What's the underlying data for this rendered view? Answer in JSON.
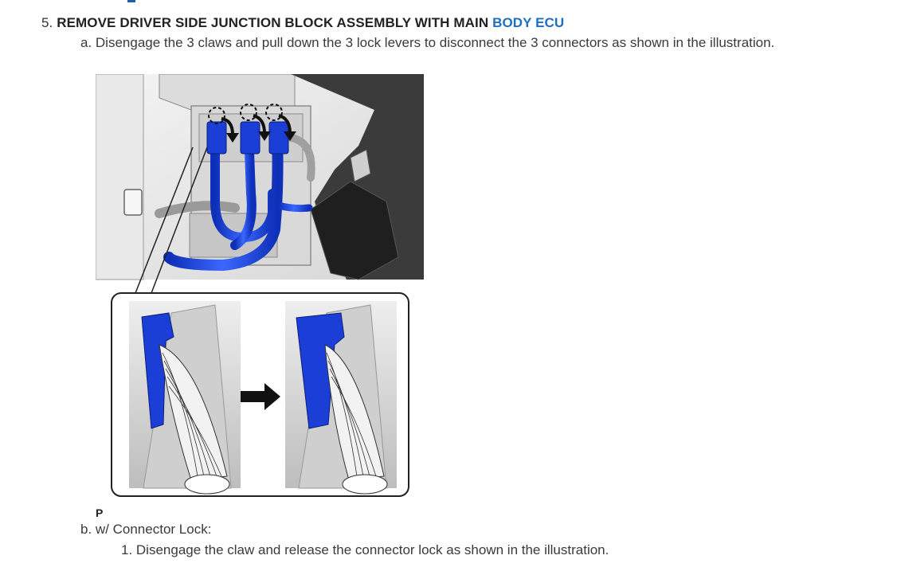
{
  "colors": {
    "link": "#1f6fc0",
    "connector": "#1b3fd6",
    "text": "#333333"
  },
  "step": {
    "number": "5.",
    "title": "REMOVE DRIVER SIDE JUNCTION BLOCK ASSEMBLY WITH MAIN",
    "link": "BODY ECU"
  },
  "substep_a": {
    "text": "a. Disengage the 3 claws and pull down the 3 lock levers to disconnect the 3 connectors as shown in the illustration."
  },
  "figure": {
    "code": "P"
  },
  "substep_b": {
    "text": "b. w/ Connector Lock:",
    "items": [
      "1. Disengage the claw and release the connector lock as shown in the illustration."
    ]
  }
}
